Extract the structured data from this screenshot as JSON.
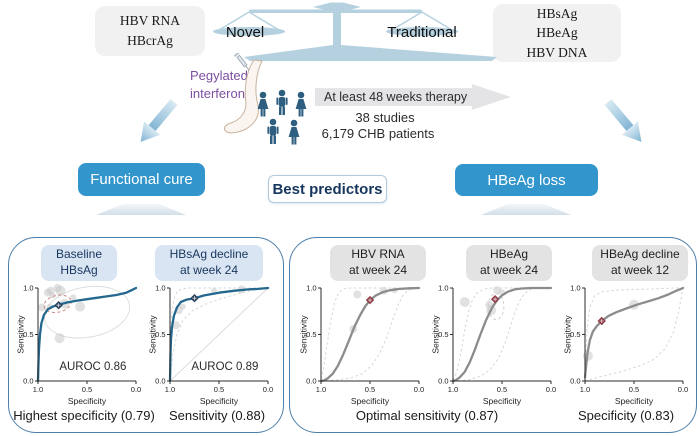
{
  "top": {
    "left_box": {
      "lines": [
        "HBV RNA",
        "HBcrAg"
      ]
    },
    "right_box": {
      "lines": [
        "HBsAg",
        "HBeAg",
        "HBV DNA"
      ]
    },
    "scale": {
      "left_label": "Novel",
      "right_label": "Traditional"
    },
    "treatment_label": {
      "lines": [
        "Pegylated",
        "interferon"
      ]
    },
    "therapy_arrow": "At least 48 weeks therapy",
    "studies": "38 studies",
    "patients": "6,179 CHB patients"
  },
  "middle": {
    "left_outcome": "Functional cure",
    "center_label": "Best predictors",
    "right_outcome": "HBeAg loss"
  },
  "panels": {
    "functional_cure": {
      "captions": [
        "Highest specificity (0.79)",
        "Sensitivity (0.88)"
      ]
    },
    "hbeag_loss": {
      "captions": [
        "Optimal sensitivity (0.87)",
        "Specificity (0.83)"
      ]
    }
  },
  "colors": {
    "outcome_blue": "#3296cd",
    "scale_blue": "#b5d1df",
    "people_blue": "#2e5f80",
    "purple": "#7c4fa1",
    "roc_blue": "#24688f",
    "roc_gray": "#8c8c8c",
    "marker_red": "#8d3b47",
    "marker_navy": "#24415c",
    "panel_border": "#4d7fab"
  },
  "chart_data": [
    {
      "type": "line",
      "panel": "functional_cure",
      "title_lines": [
        "Baseline",
        "HBsAg"
      ],
      "auroc": "AUROC 0.86",
      "xlabel": "Specificity",
      "ylabel": "Sensitivity",
      "x_ticks": [
        "1.0",
        "0.5",
        "0.0"
      ],
      "y_ticks": [
        "0.0",
        "0.5",
        "1.0"
      ],
      "curve_color": "#24688f",
      "curve": [
        [
          1,
          0
        ],
        [
          0.995,
          0.2
        ],
        [
          0.99,
          0.35
        ],
        [
          0.98,
          0.5
        ],
        [
          0.965,
          0.62
        ],
        [
          0.94,
          0.71
        ],
        [
          0.9,
          0.77
        ],
        [
          0.85,
          0.8
        ],
        [
          0.79,
          0.82
        ],
        [
          0.7,
          0.845
        ],
        [
          0.6,
          0.865
        ],
        [
          0.5,
          0.88
        ],
        [
          0.4,
          0.895
        ],
        [
          0.3,
          0.91
        ],
        [
          0.2,
          0.925
        ],
        [
          0.1,
          0.95
        ],
        [
          0.04,
          0.98
        ],
        [
          0,
          1
        ]
      ],
      "marker": {
        "specificity": 0.79,
        "sensitivity": 0.815,
        "color": "#24415c"
      },
      "scatter": [
        [
          0.96,
          0.79,
          4
        ],
        [
          0.9,
          0.95,
          4
        ],
        [
          0.87,
          0.97,
          4
        ],
        [
          0.85,
          0.92,
          3
        ],
        [
          0.8,
          1.0,
          4
        ],
        [
          0.77,
          0.97,
          5
        ],
        [
          0.88,
          0.8,
          3
        ],
        [
          0.73,
          0.83,
          5
        ],
        [
          0.57,
          0.8,
          5
        ],
        [
          0.78,
          0.46,
          5
        ],
        [
          0.64,
          0.9,
          3
        ]
      ],
      "conf_ellipse": {
        "cx": 0.8,
        "cy": 0.83,
        "rx": 0.14,
        "ry": 0.09,
        "rotate": -12,
        "color": "#c98a84",
        "dash": true
      },
      "pred_ellipse": {
        "cx": 0.5,
        "cy": 0.74,
        "rx": 0.44,
        "ry": 0.27,
        "rotate": -10,
        "color": "#dedede",
        "dash": false
      },
      "diagonal": false
    },
    {
      "type": "line",
      "panel": "functional_cure",
      "title_lines": [
        "HBsAg decline",
        "at week 24"
      ],
      "auroc": "AUROC 0.89",
      "xlabel": "Specificity",
      "ylabel": "Sensitivity",
      "x_ticks": [
        "1.0",
        "0.5",
        "0.0"
      ],
      "y_ticks": [
        "0.0",
        "0.5",
        "1.0"
      ],
      "curve_color": "#24688f",
      "curve": [
        [
          1,
          0
        ],
        [
          0.995,
          0.3
        ],
        [
          0.99,
          0.45
        ],
        [
          0.98,
          0.58
        ],
        [
          0.96,
          0.7
        ],
        [
          0.93,
          0.79
        ],
        [
          0.89,
          0.85
        ],
        [
          0.83,
          0.875
        ],
        [
          0.75,
          0.89
        ],
        [
          0.65,
          0.92
        ],
        [
          0.5,
          0.95
        ],
        [
          0.35,
          0.97
        ],
        [
          0.2,
          0.985
        ],
        [
          0.1,
          0.99
        ],
        [
          0,
          1
        ]
      ],
      "marker": {
        "specificity": 0.75,
        "sensitivity": 0.89,
        "color": "#24415c"
      },
      "scatter": [
        [
          0.94,
          0.6,
          4
        ],
        [
          0.91,
          0.76,
          4
        ],
        [
          0.87,
          0.8,
          3
        ],
        [
          0.27,
          0.985,
          4
        ],
        [
          0.55,
          0.97,
          3
        ]
      ],
      "ci_upper": [
        [
          1,
          0.35
        ],
        [
          0.985,
          0.7
        ],
        [
          0.96,
          0.88
        ],
        [
          0.93,
          0.96
        ],
        [
          0.88,
          0.99
        ],
        [
          0.8,
          1
        ],
        [
          0,
          1
        ]
      ],
      "ci_lower": [
        [
          1,
          0
        ],
        [
          0.97,
          0.3
        ],
        [
          0.93,
          0.5
        ],
        [
          0.87,
          0.65
        ],
        [
          0.78,
          0.75
        ],
        [
          0.65,
          0.82
        ],
        [
          0.5,
          0.88
        ],
        [
          0.3,
          0.94
        ],
        [
          0.1,
          0.99
        ],
        [
          0,
          1
        ]
      ],
      "diagonal": true
    },
    {
      "type": "line",
      "panel": "hbeag_loss",
      "title_lines": [
        "HBV RNA",
        "at week 24"
      ],
      "auroc": null,
      "xlabel": "Specificity",
      "ylabel": "Sensitivity",
      "x_ticks": [
        "1.0",
        "0.5",
        "0.0"
      ],
      "y_ticks": [
        "0.0",
        "0.5",
        "1.0"
      ],
      "curve_color": "#8c8c8c",
      "curve": [
        [
          1,
          0
        ],
        [
          0.97,
          0.005
        ],
        [
          0.93,
          0.03
        ],
        [
          0.88,
          0.08
        ],
        [
          0.83,
          0.16
        ],
        [
          0.78,
          0.27
        ],
        [
          0.72,
          0.42
        ],
        [
          0.66,
          0.58
        ],
        [
          0.6,
          0.71
        ],
        [
          0.55,
          0.8
        ],
        [
          0.5,
          0.87
        ],
        [
          0.44,
          0.92
        ],
        [
          0.37,
          0.955
        ],
        [
          0.3,
          0.975
        ],
        [
          0.2,
          0.99
        ],
        [
          0.1,
          0.997
        ],
        [
          0,
          1
        ]
      ],
      "marker": {
        "specificity": 0.5,
        "sensitivity": 0.87,
        "color": "#8d3b47"
      },
      "scatter": [
        [
          0.63,
          0.93,
          4
        ],
        [
          0.36,
          0.97,
          4
        ],
        [
          0.67,
          0.56,
          4
        ],
        [
          0.25,
          0.975,
          3
        ]
      ],
      "ci_upper": [
        [
          1,
          0.02
        ],
        [
          0.97,
          0.15
        ],
        [
          0.94,
          0.38
        ],
        [
          0.9,
          0.65
        ],
        [
          0.86,
          0.85
        ],
        [
          0.82,
          0.95
        ],
        [
          0.77,
          0.99
        ],
        [
          0.7,
          1
        ],
        [
          0,
          1
        ]
      ],
      "ci_lower": [
        [
          1,
          0
        ],
        [
          0.85,
          0.01
        ],
        [
          0.7,
          0.03
        ],
        [
          0.58,
          0.08
        ],
        [
          0.48,
          0.17
        ],
        [
          0.4,
          0.3
        ],
        [
          0.33,
          0.47
        ],
        [
          0.27,
          0.65
        ],
        [
          0.22,
          0.8
        ],
        [
          0.17,
          0.91
        ],
        [
          0.12,
          0.97
        ],
        [
          0.06,
          0.995
        ],
        [
          0,
          1
        ]
      ],
      "diagonal": false
    },
    {
      "type": "line",
      "panel": "hbeag_loss",
      "title_lines": [
        "HBeAg",
        "at week 24"
      ],
      "auroc": null,
      "xlabel": "Specificity",
      "ylabel": "Sensitivity",
      "x_ticks": [
        "1.0",
        "0.5",
        "0.0"
      ],
      "y_ticks": [
        "0.0",
        "0.5",
        "1.0"
      ],
      "curve_color": "#8c8c8c",
      "curve": [
        [
          1,
          0
        ],
        [
          0.97,
          0.01
        ],
        [
          0.93,
          0.04
        ],
        [
          0.88,
          0.1
        ],
        [
          0.83,
          0.2
        ],
        [
          0.78,
          0.33
        ],
        [
          0.72,
          0.5
        ],
        [
          0.66,
          0.66
        ],
        [
          0.6,
          0.79
        ],
        [
          0.55,
          0.87
        ],
        [
          0.5,
          0.92
        ],
        [
          0.44,
          0.96
        ],
        [
          0.37,
          0.985
        ],
        [
          0.3,
          0.995
        ],
        [
          0.2,
          1
        ],
        [
          0,
          1
        ]
      ],
      "marker": {
        "specificity": 0.57,
        "sensitivity": 0.88,
        "color": "#8d3b47"
      },
      "scatter": [
        [
          0.88,
          0.85,
          5
        ],
        [
          0.61,
          0.76,
          5
        ],
        [
          0.63,
          0.82,
          4
        ],
        [
          0.55,
          0.975,
          4
        ],
        [
          0.5,
          0.955,
          3
        ]
      ],
      "ci_upper": [
        [
          1,
          0.01
        ],
        [
          0.96,
          0.1
        ],
        [
          0.92,
          0.3
        ],
        [
          0.88,
          0.55
        ],
        [
          0.84,
          0.75
        ],
        [
          0.8,
          0.88
        ],
        [
          0.75,
          0.95
        ],
        [
          0.68,
          0.99
        ],
        [
          0.6,
          1
        ],
        [
          0,
          1
        ]
      ],
      "ci_lower": [
        [
          1,
          0
        ],
        [
          0.85,
          0.01
        ],
        [
          0.72,
          0.05
        ],
        [
          0.62,
          0.12
        ],
        [
          0.54,
          0.24
        ],
        [
          0.47,
          0.4
        ],
        [
          0.42,
          0.57
        ],
        [
          0.37,
          0.73
        ],
        [
          0.32,
          0.86
        ],
        [
          0.27,
          0.94
        ],
        [
          0.2,
          0.99
        ],
        [
          0.1,
          1
        ],
        [
          0,
          1
        ]
      ],
      "conf_ellipse": {
        "cx": 0.56,
        "cy": 0.8,
        "rx": 0.08,
        "ry": 0.14,
        "rotate": 0,
        "color": "#cfcfcf",
        "dash": true
      },
      "diagonal": false
    },
    {
      "type": "line",
      "panel": "hbeag_loss",
      "title_lines": [
        "HBeAg decline",
        "at week 12"
      ],
      "auroc": null,
      "xlabel": "Specificity",
      "ylabel": "Sensitivity",
      "x_ticks": [
        "1.0",
        "0.5",
        "0.0"
      ],
      "y_ticks": [
        "0.0",
        "0.5",
        "1.0"
      ],
      "curve_color": "#8c8c8c",
      "curve": [
        [
          1,
          0.04
        ],
        [
          0.99,
          0.15
        ],
        [
          0.975,
          0.3
        ],
        [
          0.95,
          0.44
        ],
        [
          0.92,
          0.53
        ],
        [
          0.88,
          0.59
        ],
        [
          0.83,
          0.645
        ],
        [
          0.76,
          0.7
        ],
        [
          0.68,
          0.74
        ],
        [
          0.58,
          0.78
        ],
        [
          0.47,
          0.82
        ],
        [
          0.36,
          0.855
        ],
        [
          0.25,
          0.89
        ],
        [
          0.15,
          0.93
        ],
        [
          0.07,
          0.97
        ],
        [
          0.02,
          0.99
        ],
        [
          0,
          1
        ]
      ],
      "marker": {
        "specificity": 0.83,
        "sensitivity": 0.645,
        "color": "#8d3b47"
      },
      "scatter": [
        [
          0.97,
          0.27,
          5
        ],
        [
          0.5,
          0.82,
          5
        ]
      ],
      "ci_upper": [
        [
          1,
          0.1
        ],
        [
          0.98,
          0.55
        ],
        [
          0.95,
          0.8
        ],
        [
          0.9,
          0.92
        ],
        [
          0.82,
          0.96
        ],
        [
          0.7,
          0.975
        ],
        [
          0.5,
          0.985
        ],
        [
          0.3,
          0.99
        ],
        [
          0.1,
          1
        ],
        [
          0,
          1
        ]
      ],
      "ci_lower": [
        [
          1,
          0
        ],
        [
          0.9,
          0.03
        ],
        [
          0.75,
          0.07
        ],
        [
          0.6,
          0.11
        ],
        [
          0.45,
          0.16
        ],
        [
          0.3,
          0.23
        ],
        [
          0.18,
          0.35
        ],
        [
          0.1,
          0.52
        ],
        [
          0.05,
          0.72
        ],
        [
          0.02,
          0.88
        ],
        [
          0,
          1
        ]
      ],
      "diagonal": false
    }
  ]
}
